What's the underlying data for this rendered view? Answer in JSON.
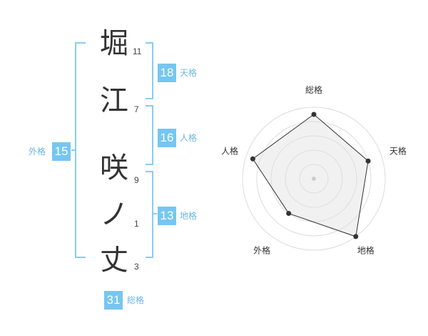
{
  "name_chars": [
    {
      "char": "堀",
      "strokes": "11"
    },
    {
      "char": "江",
      "strokes": "7"
    },
    {
      "char": "咲",
      "strokes": "9"
    },
    {
      "char": "ノ",
      "strokes": "1"
    },
    {
      "char": "丈",
      "strokes": "3"
    }
  ],
  "fortunes": {
    "tenkaku": {
      "value": "18",
      "label": "天格"
    },
    "jinkaku": {
      "value": "16",
      "label": "人格"
    },
    "chikaku": {
      "value": "13",
      "label": "地格"
    },
    "gaikaku": {
      "value": "15",
      "label": "外格"
    },
    "soukaku": {
      "value": "31",
      "label": "総格"
    }
  },
  "colors": {
    "accent": "#76c6f1",
    "bracket": "#86cdf3",
    "text": "#333333",
    "fill": "#f2f2f2",
    "grid": "#dcdcdc"
  },
  "chart_data": {
    "type": "radar",
    "axes": [
      "総格",
      "天格",
      "地格",
      "外格",
      "人格"
    ],
    "values": [
      4.5,
      4,
      5,
      3,
      4.5
    ],
    "rmax": 5,
    "rings": 5
  }
}
